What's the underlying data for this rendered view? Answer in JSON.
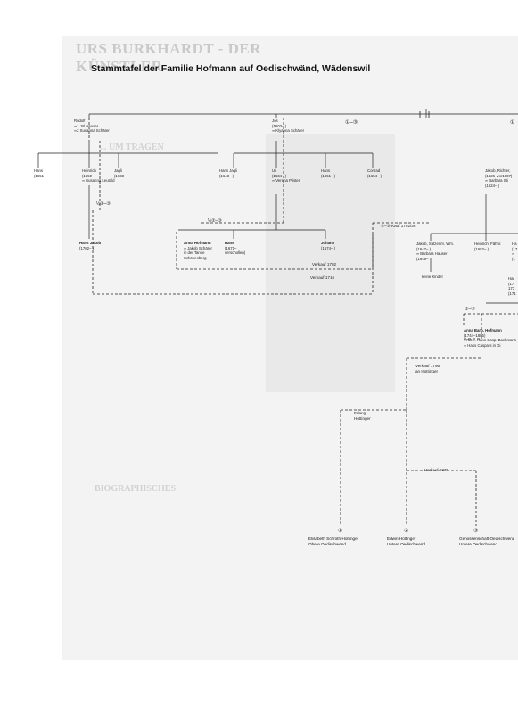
{
  "title": "Stammtafel der Familie Hofmann auf Oedischwänd, Wädenswil",
  "persons": {
    "rudolf": {
      "name": "Rudolf",
      "lines": [
        "∞1 Jöl Hauser",
        "∞2 Susanna Schärer"
      ]
    },
    "jos": {
      "name": "Jos",
      "lines": [
        "(1603–   )",
        "∞ Klyanna Schärer"
      ]
    },
    "hans1": {
      "name": "Hans",
      "lines": [
        "(1651–"
      ]
    },
    "heinrich": {
      "name": "Heinrich",
      "lines": [
        "(1650–",
        "∞ Susanna Leutold"
      ]
    },
    "jagli1": {
      "name": "Jagli",
      "lines": [
        "(1633–"
      ]
    },
    "hans_jagli": {
      "name": "Hans Jagli",
      "lines": [
        "(1643–   )"
      ]
    },
    "uli": {
      "name": "Uli",
      "lines": [
        "(1634–   )",
        "∞ Verena Pfister"
      ]
    },
    "hans2": {
      "name": "Hans",
      "lines": [
        "(1651–   )"
      ]
    },
    "conrad": {
      "name": "Conrad",
      "lines": [
        "(1654–   )"
      ]
    },
    "jakob_richter": {
      "name": "Jakob, Richter,",
      "lines": [
        "(1626–vor1687)",
        "∞ Barbara Sti",
        "(1624–   )"
      ]
    },
    "hans_jakob": {
      "name": "Hans Jakob",
      "lines": [
        "(1702–   )"
      ]
    },
    "anna_hofmann": {
      "name": "Anna Hofmann",
      "lines": [
        "∞ Jakob Schärer",
        "in der Tanne",
        "Schönenberg"
      ]
    },
    "hans3": {
      "name": "Hans",
      "lines": [
        "(1671–",
        "verschollen)"
      ]
    },
    "johann": {
      "name": "Johann",
      "lines": [
        "(1674–   )"
      ]
    },
    "jakob_seiler": {
      "name": "Jakob, Satzenm. Wm.",
      "lines": [
        "(1647–   )",
        "∞ Barbara Hauser",
        "(1648–"
      ]
    },
    "heinrich_fahnr": {
      "name": "Heinrich, Fähnr.",
      "lines": [
        "(1652–   )"
      ]
    },
    "keine_kinder": {
      "name": "keine Kinder",
      "lines": []
    },
    "anna_barb": {
      "name": "Anna Barb. Hofmann",
      "lines": [
        "(1744–1805)",
        "1766 ∞ Hans Casp. Bachmann",
        "∞ Hans Caspars in Gi"
      ]
    },
    "edge_a": {
      "name": "Ha",
      "lines": [
        "(17",
        "∞",
        "(1"
      ]
    },
    "edge_b": {
      "name": "Har",
      "lines": [
        "(17",
        "173",
        "(171"
      ]
    }
  },
  "markers": {
    "m13_top": "①–③",
    "m1_top_right": "①",
    "m3_left": "½②–③",
    "m3_mid": "½②–③",
    "kauf": "①–③ Kauf 1702/36",
    "m13_right": "①–③"
  },
  "sales": {
    "verkauf_1702": "Verkauf 1702",
    "verkauf_1716": "Verkauf 1716",
    "verkauf_1796": "Verkauf 1796",
    "an_hottinger": "an Hottinger",
    "erlang": "Erlang",
    "hottinger": "Hottinger",
    "verkauf_1870": "Verkauf 1870"
  },
  "final": {
    "c1": "①",
    "c2": "②",
    "c3": "③",
    "elisabeth": "Elisabeth Schroth-Hottinger",
    "obere": "Obere Oedischwend",
    "edwin": "Edwin Hottinger",
    "untere1": "Untere Oedischwend",
    "genossen": "Genossenschaft Oedischwend",
    "untere2": "Untere Oedischwend"
  },
  "background": {
    "heading": "URS BURKHARDT - DER KÜNSTLER",
    "subheading1": "... UM TRAGEN",
    "subheading2": "BIOGRAPHISCHES"
  }
}
